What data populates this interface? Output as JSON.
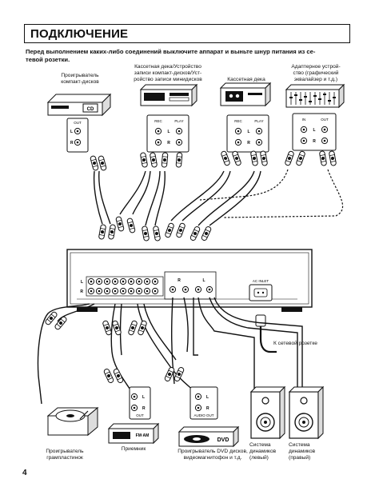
{
  "page": {
    "title": "ПОДКЛЮЧЕНИЕ",
    "warning_line1": "Перед выполнением каких-либо соединений выключите аппарат и выньте шнур питания из се-",
    "warning_line2": "тевой розетки.",
    "page_number": "4"
  },
  "top_devices": {
    "cd_player": {
      "line1": "Проигрыватель",
      "line2": "компакт-дисков",
      "badge": "CD"
    },
    "cassette_md": {
      "line1": "Кассетная дека/Устройство",
      "line2": "записи компакт-дисков/Уст-",
      "line3": "ройство записи минидисков"
    },
    "cassette": {
      "line1": "Кассетная дека"
    },
    "adapter": {
      "line1": "Адаптерное устрой-",
      "line2": "ство (графический",
      "line3": "эквалайзер и т.д.)"
    }
  },
  "jacks": {
    "out": "OUT",
    "in": "IN",
    "rec": "REC",
    "play": "PLAY",
    "l": "L",
    "r": "R",
    "audio_out": "AUDIO OUT",
    "ac_inlet": "AC INLET"
  },
  "power": {
    "label": "К сетевой розетке"
  },
  "bottom_devices": {
    "turntable": {
      "line1": "Проигрыватель",
      "line2": "грампластинок"
    },
    "receiver": {
      "line1": "Приемник",
      "display": "FM·AM"
    },
    "dvd": {
      "line1": "Проигрыватель DVD дисков,",
      "line2": "видеомагнитофон и т.д.",
      "badge": "DVD"
    },
    "speaker_left": {
      "line1": "Система",
      "line2": "динамиков",
      "line3": "(левый)"
    },
    "speaker_right": {
      "line1": "Система",
      "line2": "динамиков",
      "line3": "(правый)"
    }
  }
}
